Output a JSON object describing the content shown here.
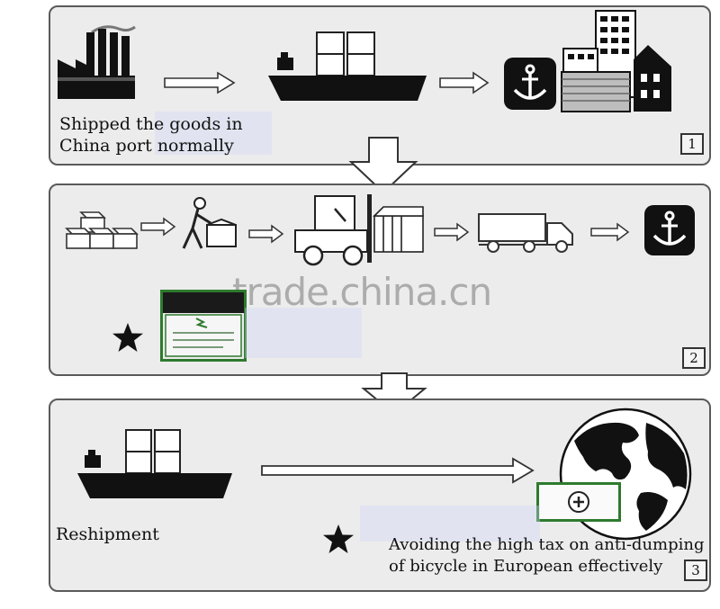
{
  "panels": [
    {
      "number": "1",
      "caption_lines": [
        "Shipped the goods in",
        "China port normally"
      ]
    },
    {
      "number": "2",
      "caption_lines": []
    },
    {
      "number": "3",
      "caption_lines": [
        "Reshipment"
      ],
      "note_lines": [
        "Avoiding the high tax on anti-dumping",
        "of bicycle in European effectively"
      ]
    }
  ],
  "watermark": "trade.china.cn",
  "colors": {
    "panel_bg": "#ececec",
    "border": "#5a5a5a",
    "ink": "#111111",
    "certificate_green": "#2e7a2e"
  }
}
